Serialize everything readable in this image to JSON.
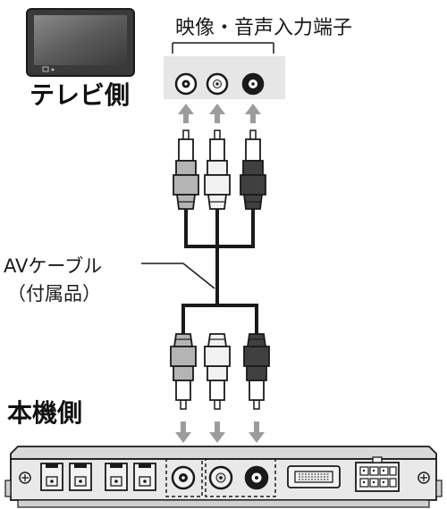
{
  "labels": {
    "terminal_title": "映像・音声入力端子",
    "tv_side": "テレビ側",
    "cable_name": "AVケーブル",
    "cable_note": "（付属品）",
    "unit_side": "本機側"
  },
  "colors": {
    "plug_white": "#f2f2f2",
    "plug_gray": "#b4b4b4",
    "plug_dark": "#404040",
    "arrow_gray": "#9c9c9c",
    "panel_fill": "#e6e6e6",
    "line": "#1a1a1a"
  },
  "icons": {
    "tv": "television-icon",
    "arrow": "up-arrow-icon",
    "plug": "rca-plug-icon",
    "jack": "rca-jack-icon",
    "port": "connector-port-icon",
    "screw": "screw-icon"
  }
}
